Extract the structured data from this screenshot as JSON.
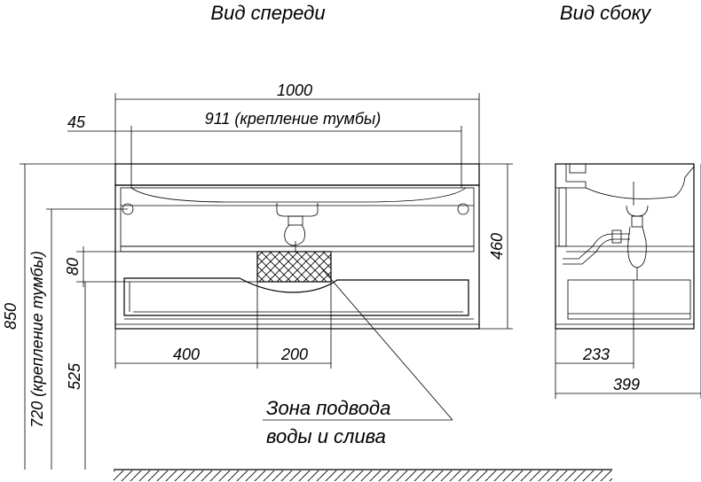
{
  "views": {
    "front": "Вид спереди",
    "side": "Вид сбоку"
  },
  "dimensions": {
    "total_width": "1000",
    "offset": "45",
    "mount_width": "911 (крепление тумбы)",
    "height_460": "460",
    "height_80": "80",
    "height_850": "850",
    "mount_height": "720 (крепление тумбы)",
    "height_525": "525",
    "bottom_400": "400",
    "bottom_200": "200",
    "side_233": "233",
    "side_399": "399"
  },
  "callout": {
    "line1": "Зона подвода",
    "line2": "воды и слива"
  }
}
